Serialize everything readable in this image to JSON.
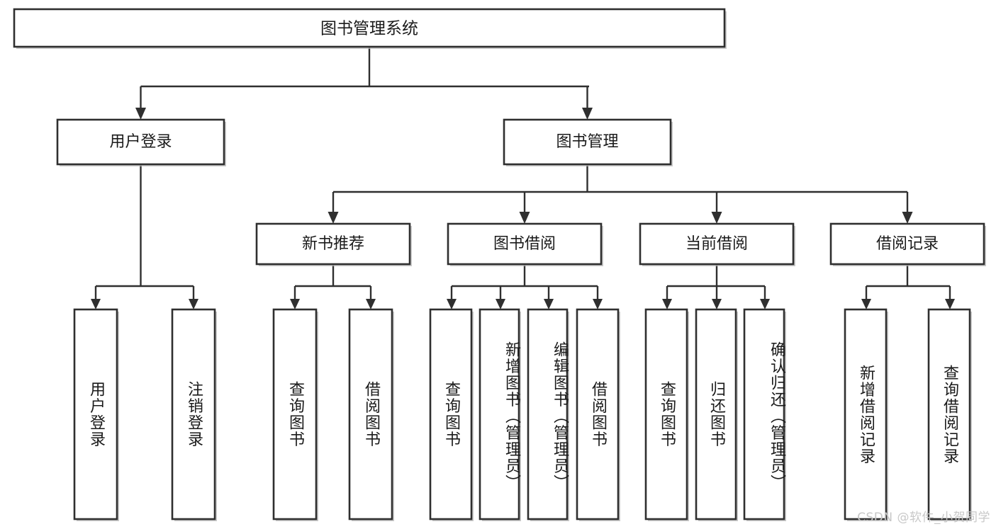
{
  "diagram": {
    "type": "tree",
    "title": "图书管理系统",
    "watermark": "CSDN @软件_小贺同学",
    "colors": {
      "stroke": "#2f2f2f",
      "fill": "#ffffff",
      "text": "#1a1a1a",
      "watermark": "#c8c8c8",
      "shadow": "#b9b9b9"
    },
    "nodes": {
      "root": {
        "label": "图书管理系统",
        "level": 1
      },
      "user_login": {
        "label": "用户登录",
        "level": 2
      },
      "book_manage": {
        "label": "图书管理",
        "level": 2
      },
      "new_book_rec": {
        "label": "新书推荐",
        "level": 3
      },
      "book_borrow": {
        "label": "图书借阅",
        "level": 3
      },
      "current_borrow": {
        "label": "当前借阅",
        "level": 3
      },
      "borrow_record": {
        "label": "借阅记录",
        "level": 3
      },
      "leaf_1": {
        "label": "用户登录",
        "level": 4
      },
      "leaf_2": {
        "label": "注销登录",
        "level": 4
      },
      "leaf_3": {
        "label": "查询图书",
        "level": 4
      },
      "leaf_4": {
        "label": "借阅图书",
        "level": 4
      },
      "leaf_5": {
        "label": "查询图书",
        "level": 4
      },
      "leaf_6": {
        "label": "新增图书（管理员）",
        "level": 4
      },
      "leaf_7": {
        "label": "编辑图书（管理员）",
        "level": 4
      },
      "leaf_8": {
        "label": "借阅图书",
        "level": 4
      },
      "leaf_9": {
        "label": "查询图书",
        "level": 4
      },
      "leaf_10": {
        "label": "归还图书",
        "level": 4
      },
      "leaf_11": {
        "label": "确认归还（管理员）",
        "level": 4
      },
      "leaf_12": {
        "label": "新增借阅记录",
        "level": 4
      },
      "leaf_13": {
        "label": "查询借阅记录",
        "level": 4
      }
    },
    "edges": [
      {
        "from": "root",
        "to": "user_login"
      },
      {
        "from": "root",
        "to": "book_manage"
      },
      {
        "from": "book_manage",
        "to": "new_book_rec"
      },
      {
        "from": "book_manage",
        "to": "book_borrow"
      },
      {
        "from": "book_manage",
        "to": "current_borrow"
      },
      {
        "from": "book_manage",
        "to": "borrow_record"
      },
      {
        "from": "user_login",
        "to": "leaf_1"
      },
      {
        "from": "user_login",
        "to": "leaf_2"
      },
      {
        "from": "new_book_rec",
        "to": "leaf_3"
      },
      {
        "from": "new_book_rec",
        "to": "leaf_4"
      },
      {
        "from": "book_borrow",
        "to": "leaf_5"
      },
      {
        "from": "book_borrow",
        "to": "leaf_6"
      },
      {
        "from": "book_borrow",
        "to": "leaf_7"
      },
      {
        "from": "book_borrow",
        "to": "leaf_8"
      },
      {
        "from": "current_borrow",
        "to": "leaf_9"
      },
      {
        "from": "current_borrow",
        "to": "leaf_10"
      },
      {
        "from": "current_borrow",
        "to": "leaf_11"
      },
      {
        "from": "borrow_record",
        "to": "leaf_12"
      },
      {
        "from": "borrow_record",
        "to": "leaf_13"
      }
    ]
  }
}
